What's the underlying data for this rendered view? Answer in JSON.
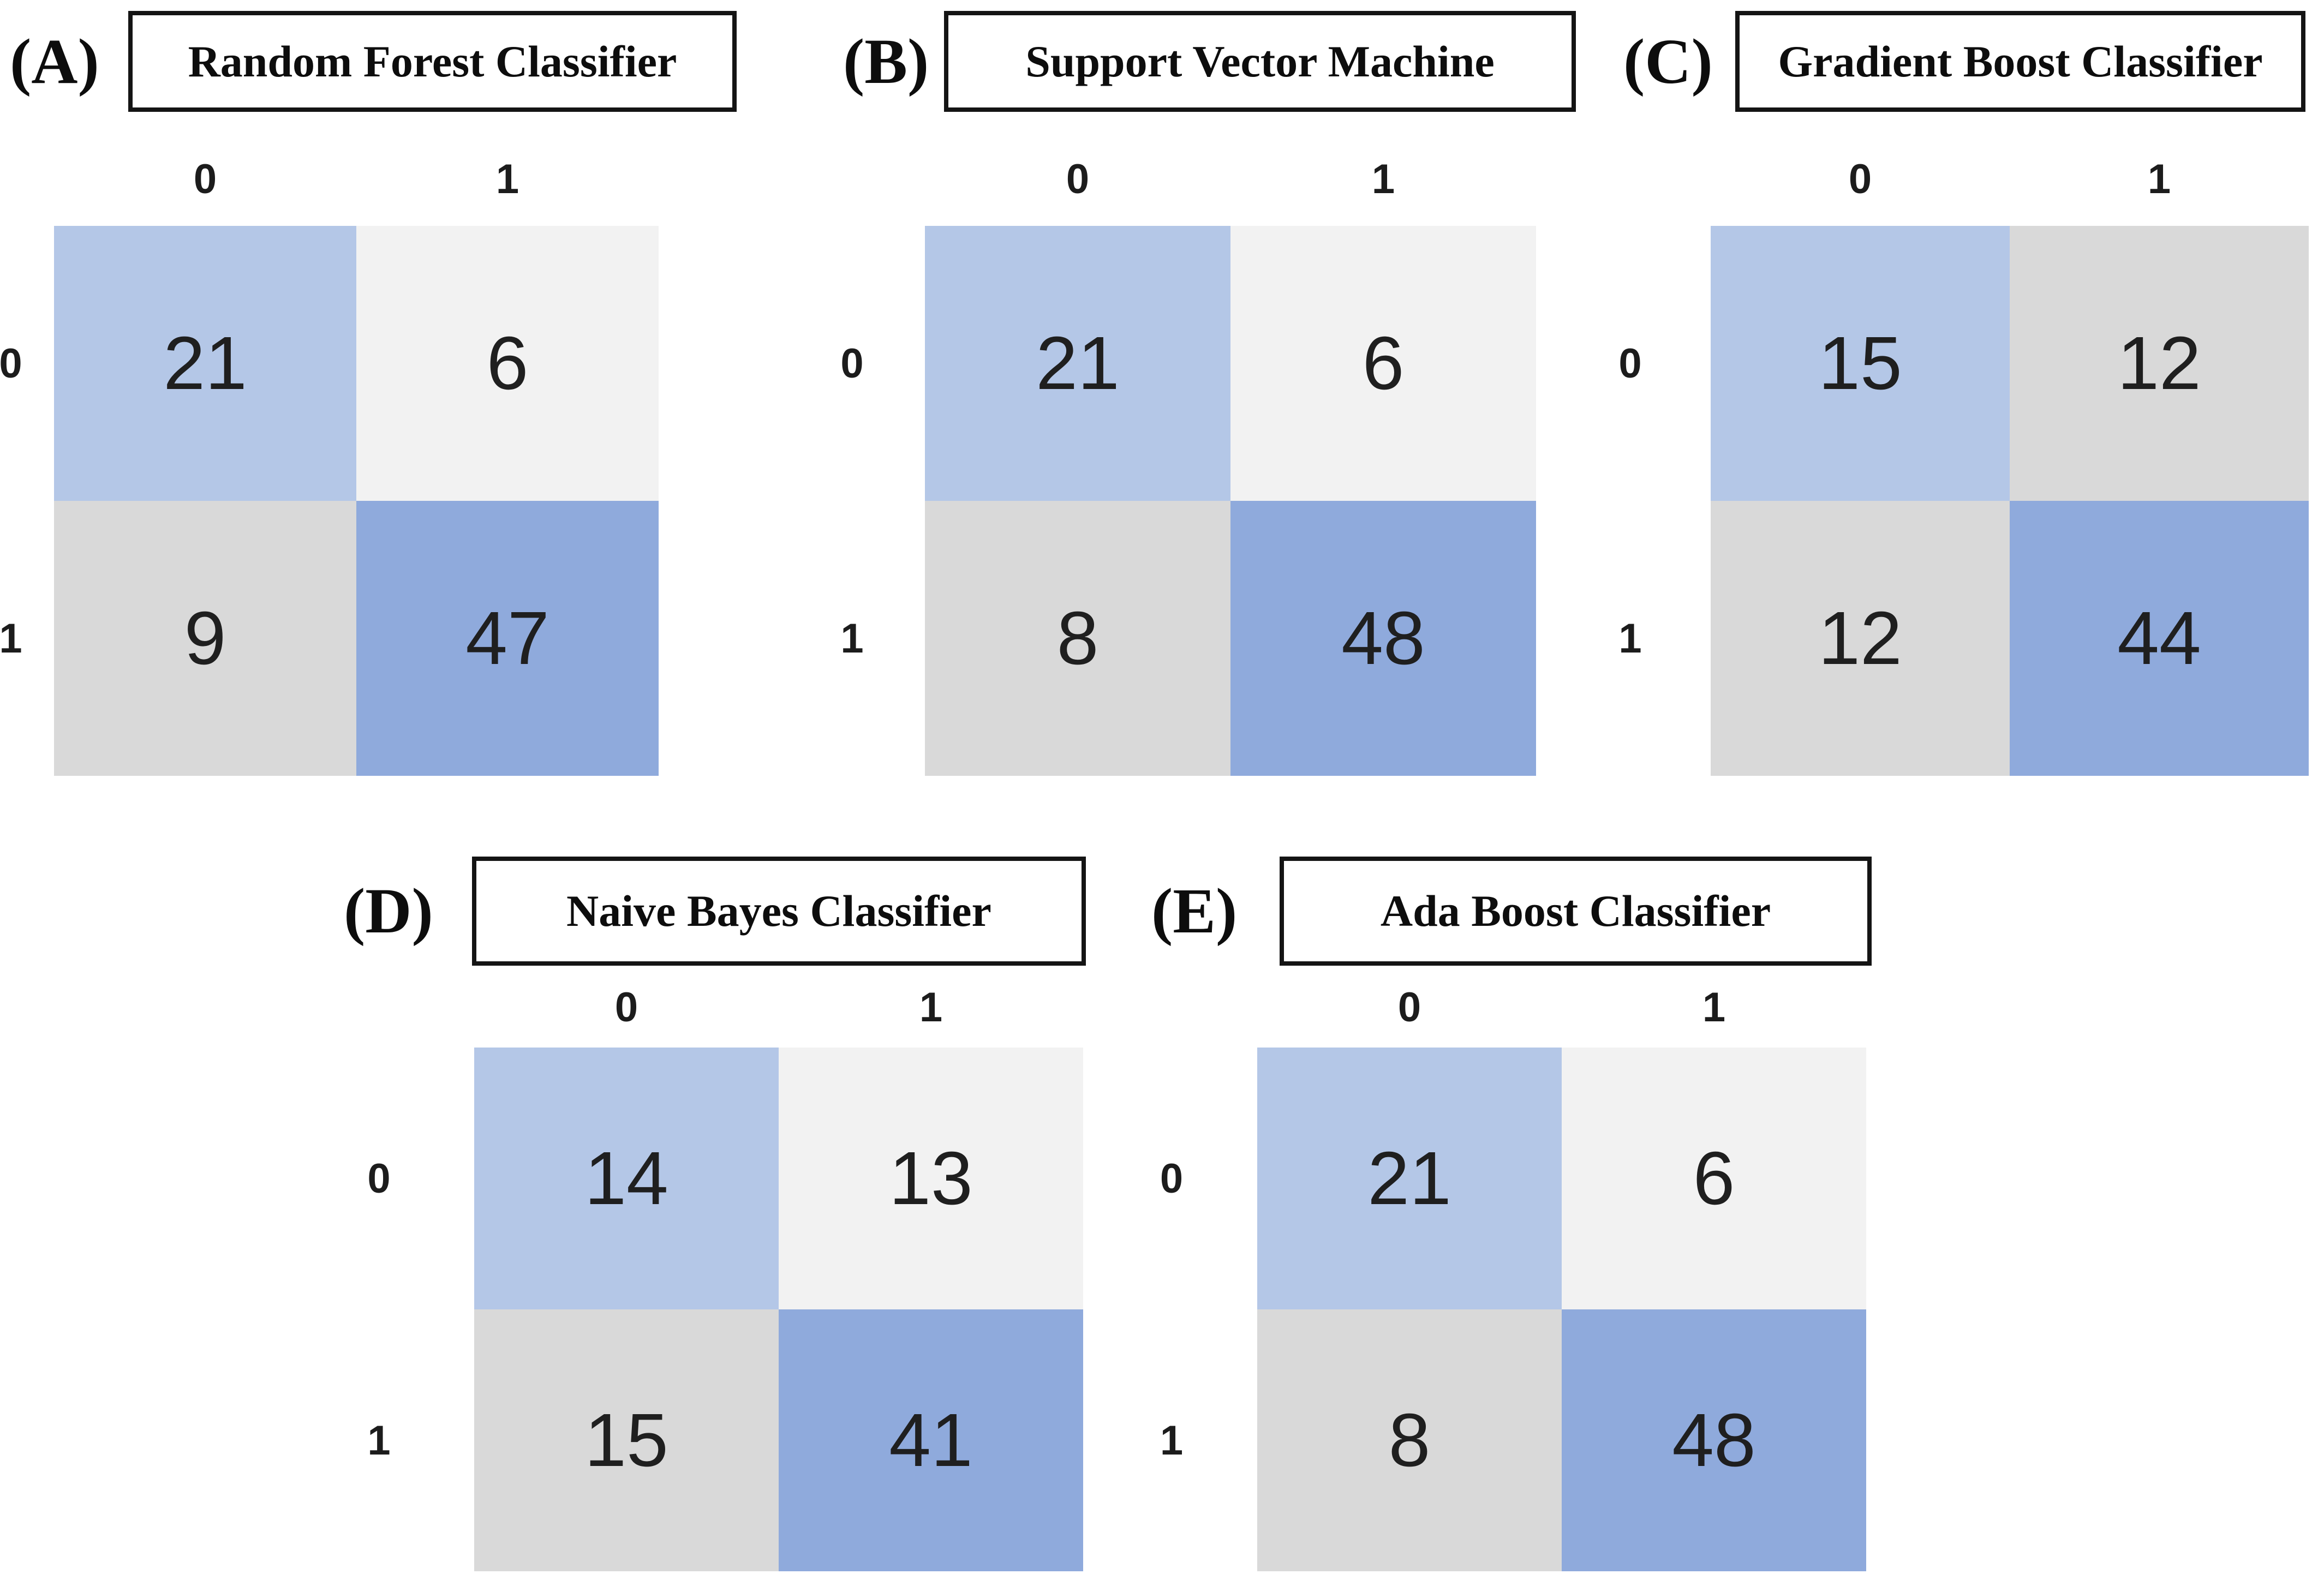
{
  "chart_data": [
    {
      "type": "heatmap",
      "panel_label": "(A)",
      "title": "Random Forest Classifier",
      "x_tick_labels": [
        "0",
        "1"
      ],
      "y_tick_labels": [
        "0",
        "1"
      ],
      "values": [
        [
          21,
          6
        ],
        [
          9,
          47
        ]
      ],
      "legend_position": "none",
      "grid": false
    },
    {
      "type": "heatmap",
      "panel_label": "(B)",
      "title": "Support Vector Machine",
      "x_tick_labels": [
        "0",
        "1"
      ],
      "y_tick_labels": [
        "0",
        "1"
      ],
      "values": [
        [
          21,
          6
        ],
        [
          8,
          48
        ]
      ],
      "legend_position": "none",
      "grid": false
    },
    {
      "type": "heatmap",
      "panel_label": "(C)",
      "title": "Gradient Boost Classifier",
      "x_tick_labels": [
        "0",
        "1"
      ],
      "y_tick_labels": [
        "0",
        "1"
      ],
      "values": [
        [
          15,
          12
        ],
        [
          12,
          44
        ]
      ],
      "legend_position": "none",
      "grid": false
    },
    {
      "type": "heatmap",
      "panel_label": "(D)",
      "title": "Naive Bayes Classifier",
      "x_tick_labels": [
        "0",
        "1"
      ],
      "y_tick_labels": [
        "0",
        "1"
      ],
      "values": [
        [
          14,
          13
        ],
        [
          15,
          41
        ]
      ],
      "legend_position": "none",
      "grid": false
    },
    {
      "type": "heatmap",
      "panel_label": "(E)",
      "title": "Ada Boost Classifier",
      "x_tick_labels": [
        "0",
        "1"
      ],
      "y_tick_labels": [
        "0",
        "1"
      ],
      "values": [
        [
          21,
          6
        ],
        [
          8,
          48
        ]
      ],
      "legend_position": "none",
      "grid": false
    }
  ],
  "colors": {
    "diag_top_left_blue": "#b4c7e7",
    "diag_bottom_right_blue": "#8faadc",
    "off_diag_gray": "#d9d9d9",
    "off_diag_light_gray": "#f2f2f2",
    "text": "#1c1c1c",
    "title_border": "#141414"
  },
  "panels": [
    {
      "letter": "(A)",
      "title": "Random Forest Classifier",
      "col_labels": [
        "0",
        "1"
      ],
      "row_labels": [
        "0",
        "1"
      ],
      "cells": [
        {
          "value": "21",
          "bg": "#b4c7e7"
        },
        {
          "value": "6",
          "bg": "#f2f2f2"
        },
        {
          "value": "9",
          "bg": "#d9d9d9"
        },
        {
          "value": "47",
          "bg": "#8faadc"
        }
      ]
    },
    {
      "letter": "(B)",
      "title": "Support Vector Machine",
      "col_labels": [
        "0",
        "1"
      ],
      "row_labels": [
        "0",
        "1"
      ],
      "cells": [
        {
          "value": "21",
          "bg": "#b4c7e7"
        },
        {
          "value": "6",
          "bg": "#f2f2f2"
        },
        {
          "value": "8",
          "bg": "#d9d9d9"
        },
        {
          "value": "48",
          "bg": "#8faadc"
        }
      ]
    },
    {
      "letter": "(C)",
      "title": "Gradient Boost Classifier",
      "col_labels": [
        "0",
        "1"
      ],
      "row_labels": [
        "0",
        "1"
      ],
      "cells": [
        {
          "value": "15",
          "bg": "#b4c7e7"
        },
        {
          "value": "12",
          "bg": "#d9d9d9"
        },
        {
          "value": "12",
          "bg": "#d9d9d9"
        },
        {
          "value": "44",
          "bg": "#8faadc"
        }
      ]
    },
    {
      "letter": "(D)",
      "title": "Naive Bayes Classifier",
      "col_labels": [
        "0",
        "1"
      ],
      "row_labels": [
        "0",
        "1"
      ],
      "cells": [
        {
          "value": "14",
          "bg": "#b4c7e7"
        },
        {
          "value": "13",
          "bg": "#f2f2f2"
        },
        {
          "value": "15",
          "bg": "#d9d9d9"
        },
        {
          "value": "41",
          "bg": "#8faadc"
        }
      ]
    },
    {
      "letter": "(E)",
      "title": "Ada Boost Classifier",
      "col_labels": [
        "0",
        "1"
      ],
      "row_labels": [
        "0",
        "1"
      ],
      "cells": [
        {
          "value": "21",
          "bg": "#b4c7e7"
        },
        {
          "value": "6",
          "bg": "#f2f2f2"
        },
        {
          "value": "8",
          "bg": "#d9d9d9"
        },
        {
          "value": "48",
          "bg": "#8faadc"
        }
      ]
    }
  ]
}
